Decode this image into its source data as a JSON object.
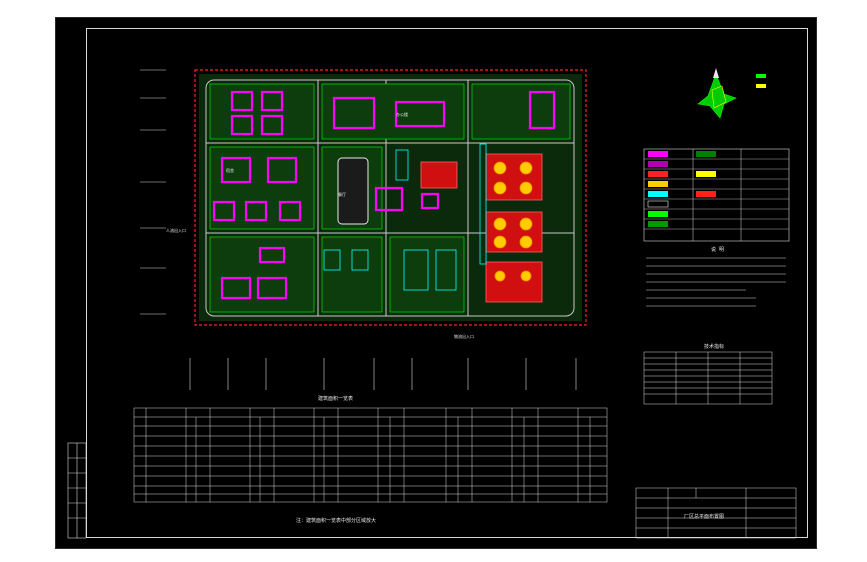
{
  "plan": {
    "building_labels": [
      "餐厅",
      "办公楼",
      "宿舍"
    ],
    "entrances": [
      "人流出入口",
      "物流出入口"
    ]
  },
  "overview": {
    "title": "建筑面积一览表"
  },
  "notes": {
    "heading": "说  明"
  },
  "econ": {
    "title": "技术指标"
  },
  "footer_note": "注：建筑面积一览表中部分区域放大",
  "title_block": {
    "drawing_name": "厂区总平面布置图"
  },
  "colors": {
    "pink": "#ff00ff",
    "green": "#00ff00",
    "cyan": "#00ffff",
    "yellow": "#ffff00",
    "red": "#ff2020",
    "white": "#e8e8e8"
  },
  "icons": {
    "north_arrow": "north-arrow-icon",
    "compass_rose": "wind-rose-icon"
  }
}
